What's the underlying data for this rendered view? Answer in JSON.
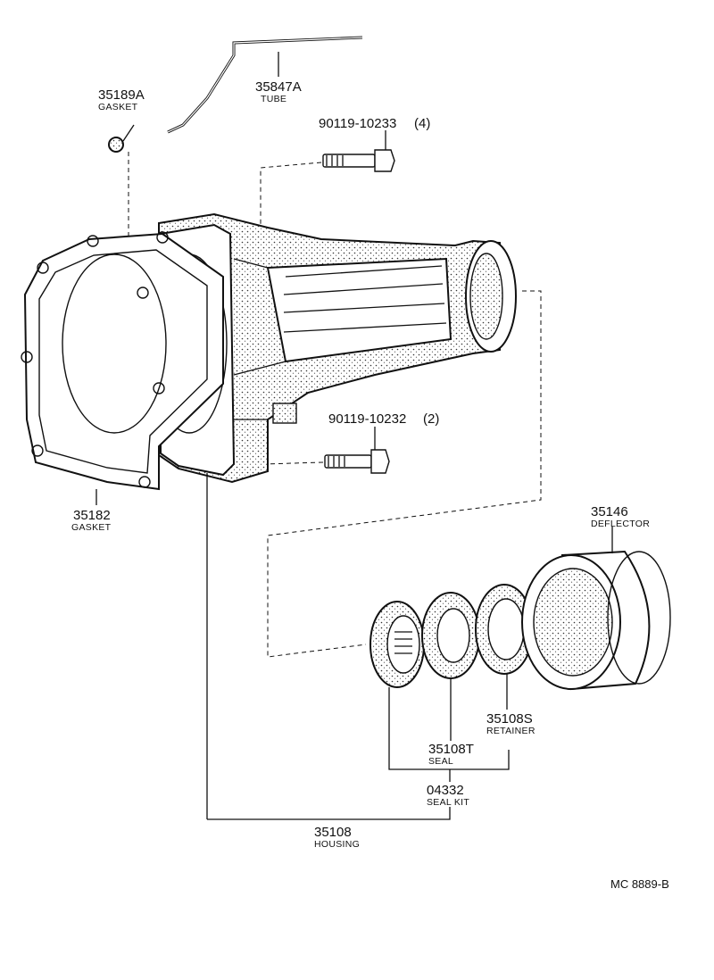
{
  "parts": {
    "tube": {
      "number": "35847A",
      "name": "TUBE"
    },
    "gasket_small": {
      "number": "35189A",
      "name": "GASKET"
    },
    "bolt_upper": {
      "number": "90119-10233",
      "qty": "(4)"
    },
    "bolt_lower": {
      "number": "90119-10232",
      "qty": "(2)"
    },
    "gasket_flange": {
      "number": "35182",
      "name": "GASKET"
    },
    "deflector": {
      "number": "35146",
      "name": "DEFLECTOR"
    },
    "retainer": {
      "number": "35108S",
      "name": "RETAINER"
    },
    "seal": {
      "number": "35108T",
      "name": "SEAL"
    },
    "seal_kit": {
      "number": "04332",
      "name": "SEAL KIT"
    },
    "housing": {
      "number": "35108",
      "name": "HOUSING"
    }
  },
  "diagram_code": "MC 8889-B"
}
